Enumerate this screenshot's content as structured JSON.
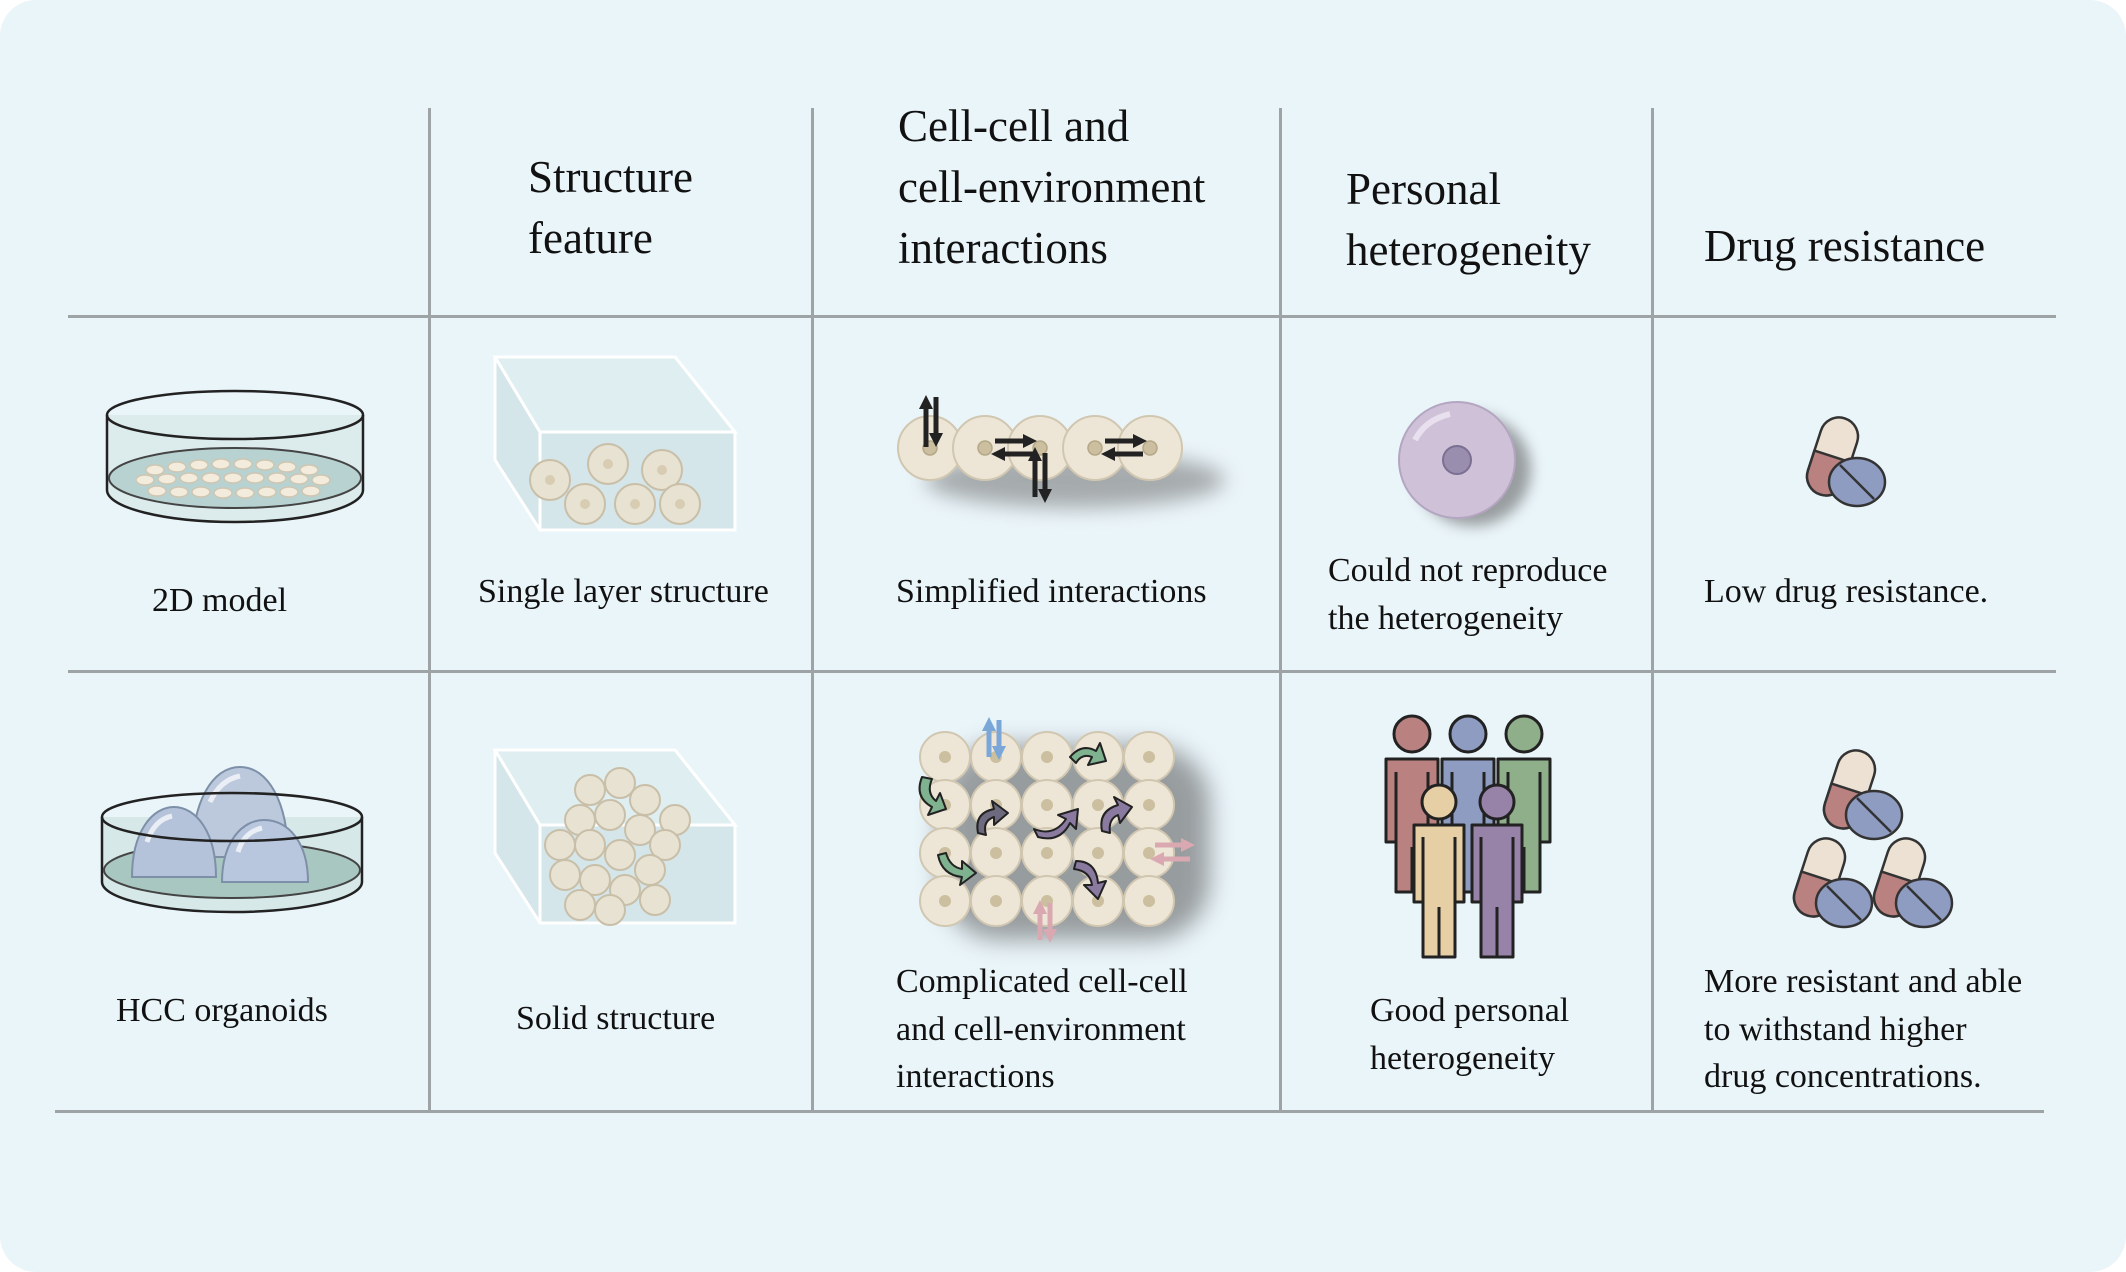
{
  "header": {
    "structure": "Structure\nfeature",
    "interactions": "Cell-cell and\ncell-environment\ninteractions",
    "heterogeneity": "Personal\nheterogeneity",
    "drug": "Drug resistance"
  },
  "rows": [
    {
      "model": "2D model",
      "structure": "Single layer structure",
      "interactions": "Simplified interactions",
      "heterogeneity": "Could not reproduce\nthe heterogeneity",
      "drug": "Low drug resistance."
    },
    {
      "model": "HCC organoids",
      "structure": "Solid structure",
      "interactions": "Complicated cell-cell\nand cell-environment\ninteractions",
      "heterogeneity": "Good personal\nheterogeneity",
      "drug": "More resistant and able\nto withstand higher\ndrug concentrations."
    }
  ],
  "colors": {
    "background": "#eaf5fa",
    "grid": "#9ea3a6",
    "cell": "#ede6d6",
    "capsule_red": "#b9817f",
    "tablet_blue": "#8e9cc2"
  }
}
